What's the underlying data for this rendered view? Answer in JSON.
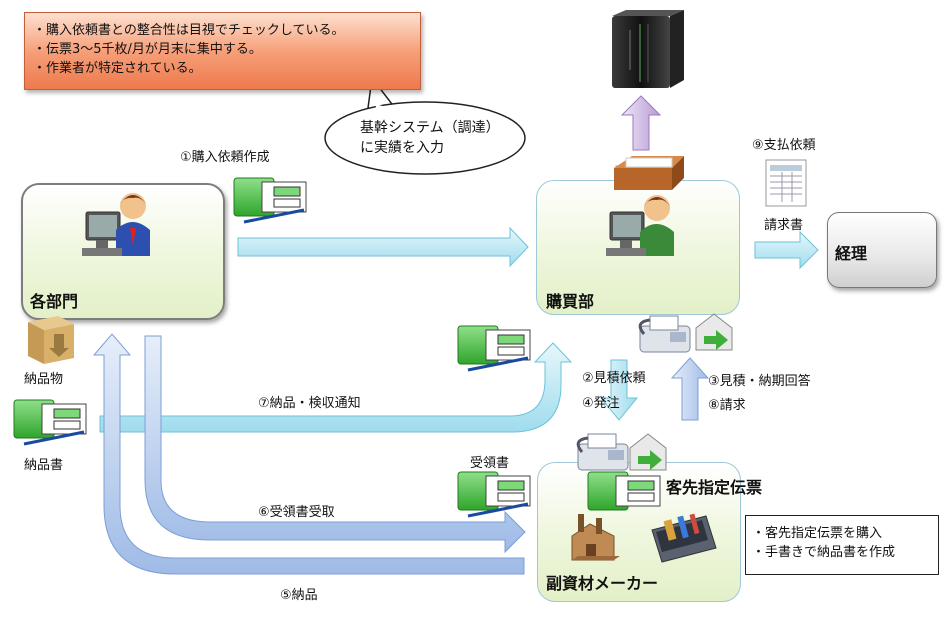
{
  "notes": {
    "top_left": [
      "・購入依頼書との整合性は目視でチェックしている。",
      "・伝票3～5千枚/月が月末に集中する。",
      "・作業者が特定されている。"
    ],
    "bottom_right": [
      "・客先指定伝票を購入",
      "・手書きで納品書を作成"
    ]
  },
  "bubble": {
    "line1": "基幹システム（調達）",
    "line2": "に実績を入力"
  },
  "departments": {
    "kakubumon": "各部門",
    "kobaibu": "購買部",
    "keiri": "経理",
    "maker": "副資材メーカー"
  },
  "steps": {
    "s1": "①購入依頼作成",
    "s2": "②見積依頼",
    "s3": "③見積・納期回答",
    "s4": "④発注",
    "s5": "⑤納品",
    "s6": "⑥受領書受取",
    "s7": "⑦納品・検収通知",
    "s8": "⑧請求",
    "s9": "⑨支払依頼"
  },
  "documents": {
    "nohinbutsu": "納品物",
    "nohinsho": "納品書",
    "juryosho": "受領書",
    "seikyusho": "請求書",
    "kyakusaki": "客先指定伝票"
  },
  "colors": {
    "arrow_cyan": "#bfe9f3",
    "arrow_blue": "#bcd3f0",
    "arrow_purple": "#c9b3de",
    "note_orange": "#f3926a",
    "box_green": "#e3f0c8"
  }
}
